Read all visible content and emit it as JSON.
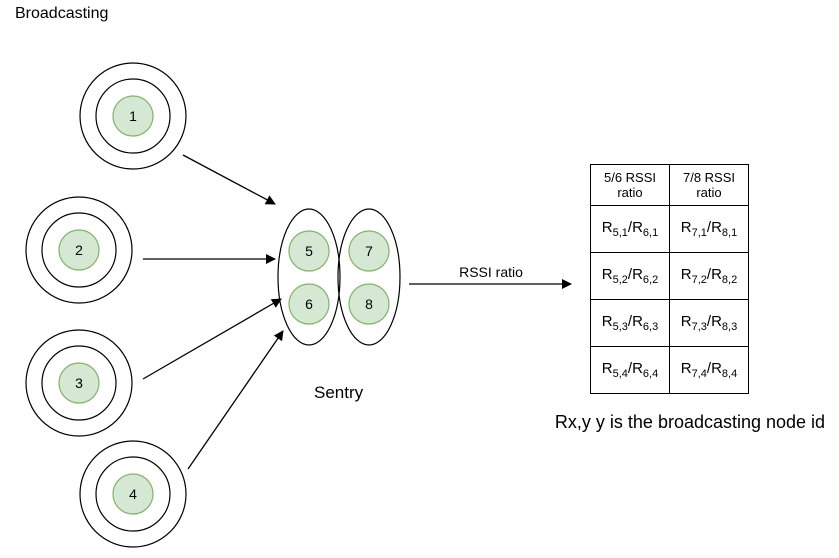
{
  "title": "Broadcasting",
  "broadcast_nodes": [
    "1",
    "2",
    "3",
    "4"
  ],
  "sentry": {
    "label": "Sentry",
    "left_group": [
      "5",
      "6"
    ],
    "right_group": [
      "7",
      "8"
    ]
  },
  "arrow_label": "RSSI ratio",
  "table": {
    "headers": [
      [
        "5/6 RSSI",
        "ratio"
      ],
      [
        "7/8 RSSI",
        "ratio"
      ]
    ],
    "rows": [
      [
        {
          "a": "R",
          "as": "5,1",
          "b": "R",
          "bs": "6,1"
        },
        {
          "a": "R",
          "as": "7,1",
          "b": "R",
          "bs": "8,1"
        }
      ],
      [
        {
          "a": "R",
          "as": "5,2",
          "b": "R",
          "bs": "6,2"
        },
        {
          "a": "R",
          "as": "7,2",
          "b": "R",
          "bs": "8,2"
        }
      ],
      [
        {
          "a": "R",
          "as": "5,3",
          "b": "R",
          "bs": "6,3"
        },
        {
          "a": "R",
          "as": "7,3",
          "b": "R",
          "bs": "8,3"
        }
      ],
      [
        {
          "a": "R",
          "as": "5,4",
          "b": "R",
          "bs": "6,4"
        },
        {
          "a": "R",
          "as": "7,4",
          "b": "R",
          "bs": "8,4"
        }
      ]
    ]
  },
  "note": "Rx,y y is the broadcasting node id",
  "colors": {
    "node_fill": "#d5e8d4",
    "node_stroke": "#82b366",
    "line": "#000000"
  }
}
